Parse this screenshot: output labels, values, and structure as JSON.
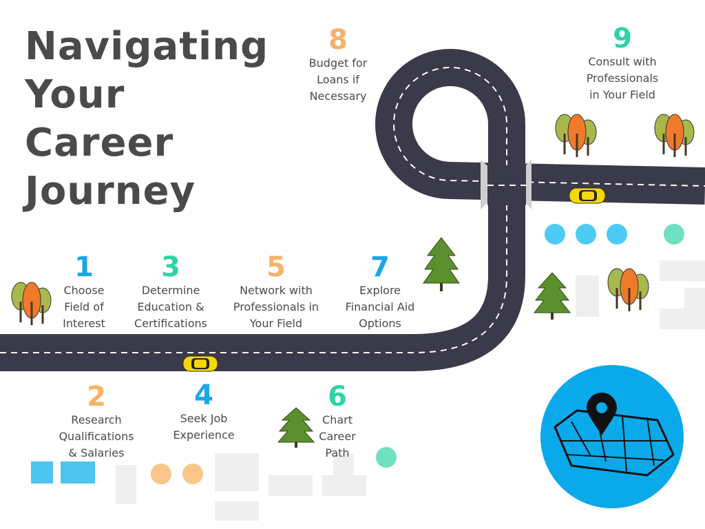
{
  "title_lines": [
    "Navigating",
    "Your",
    "Career",
    "Journey"
  ],
  "colors": {
    "title": "#4a4a4a",
    "road": "#3b3a4a",
    "road_line": "#ffffff",
    "blue": "#1aa7e8",
    "teal": "#2fd3a6",
    "orange": "#f7b267",
    "light_blue_square": "#4cc4f0",
    "dot_blue": "#4ccbf5",
    "dot_mint": "#6fe0c0",
    "dot_orange": "#f7c688",
    "grey_block": "#efefef",
    "map_circle": "#0aa9ea",
    "car": "#f5d800",
    "pine": "#5c8f2e"
  },
  "steps": [
    {
      "num": "1",
      "label": "Choose\nField of\nInterest",
      "color": "#1aa7e8"
    },
    {
      "num": "2",
      "label": "Research\nQualifications\n& Salaries",
      "color": "#f7b267"
    },
    {
      "num": "3",
      "label": "Determine\nEducation &\nCertifications",
      "color": "#2fd3a6"
    },
    {
      "num": "4",
      "label": "Seek Job\nExperience",
      "color": "#1aa7e8"
    },
    {
      "num": "5",
      "label": "Network with\nProfessionals in\nYour Field",
      "color": "#f7b267"
    },
    {
      "num": "6",
      "label": "Chart\nCareer\nPath",
      "color": "#2fd3a6"
    },
    {
      "num": "7",
      "label": "Explore\nFinancial Aid\nOptions",
      "color": "#1aa7e8"
    },
    {
      "num": "8",
      "label": "Budget for\nLoans if\nNecessary",
      "color": "#f7b267"
    },
    {
      "num": "9",
      "label": "Consult with\nProfessionals\nin Your Field",
      "color": "#2fd3a6"
    }
  ],
  "icons": {
    "map": "map-pin-icon",
    "car": "car-icon",
    "pine": "pine-tree-icon",
    "deciduous": "deciduous-trees-icon"
  }
}
